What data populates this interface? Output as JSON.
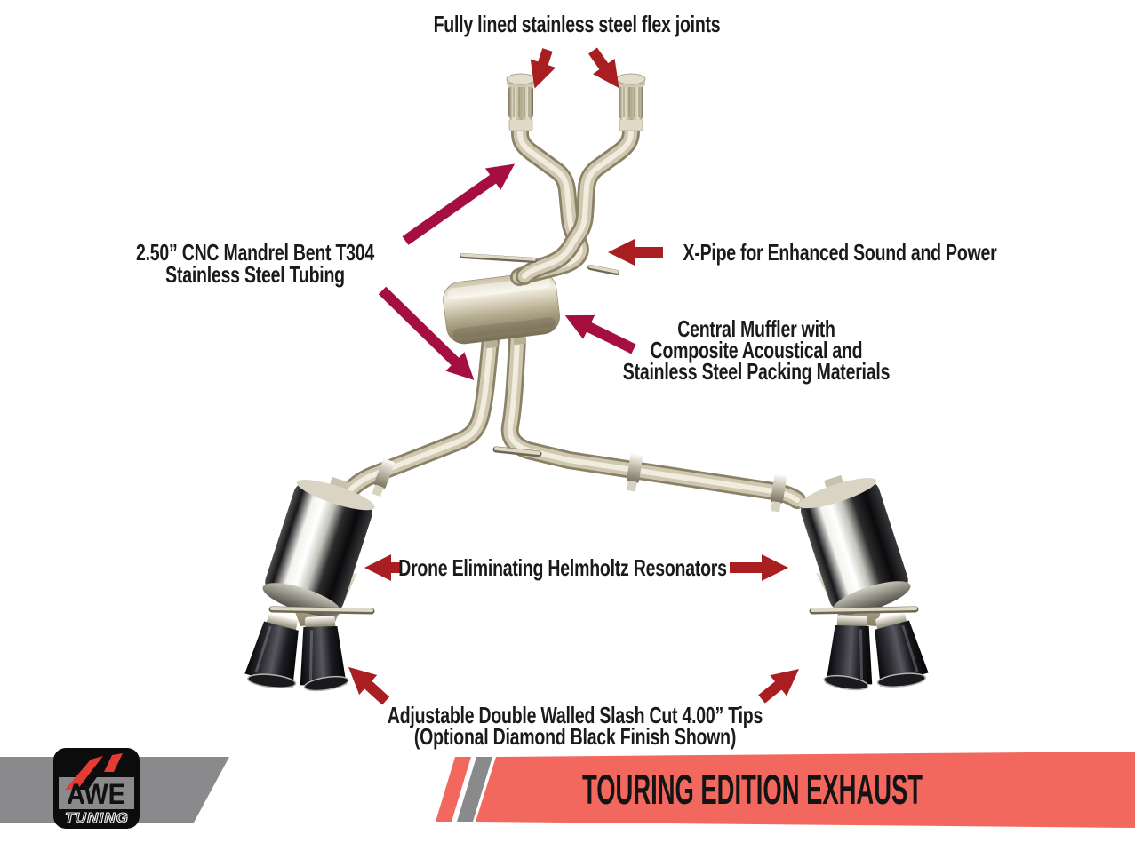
{
  "annotations": {
    "flex_joints": {
      "lines": [
        "Fully lined stainless steel flex joints"
      ]
    },
    "tubing": {
      "lines": [
        "2.50” CNC Mandrel Bent T304",
        "Stainless Steel Tubing"
      ]
    },
    "x_pipe": {
      "lines": [
        "X-Pipe for Enhanced Sound and Power"
      ]
    },
    "central_muffler": {
      "lines": [
        "Central Muffler with",
        "Composite Acoustical and",
        "Stainless Steel Packing Materials"
      ]
    },
    "resonators": {
      "lines": [
        "Drone Eliminating Helmholtz Resonators"
      ]
    },
    "tips": {
      "lines": [
        "Adjustable Double Walled Slash Cut 4.00” Tips",
        "(Optional Diamond Black Finish Shown)"
      ]
    }
  },
  "footer": {
    "banner_title": "TOURING EDITION EXHAUST",
    "logo": {
      "brand": "AWE",
      "sub": "TUNING"
    }
  },
  "colors": {
    "arrow_red": "#a81e21",
    "arrow_crimson": "#a40f3f",
    "banner_salmon": "#f2685e",
    "band_gray": "#8a8a8c",
    "logo_red": "#e23c35",
    "logo_black": "#0c0c0c"
  }
}
